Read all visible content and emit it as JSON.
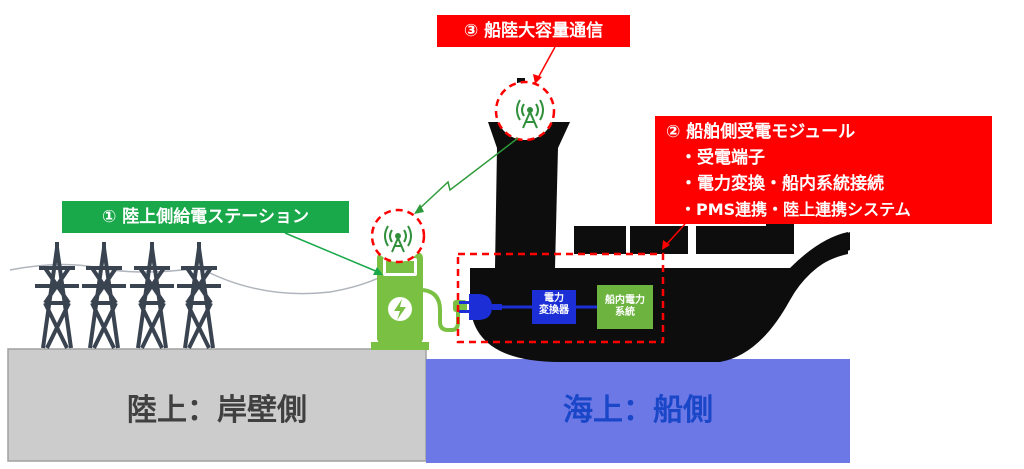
{
  "areas": {
    "land": "陸上：岸壁側",
    "sea": "海上：船側"
  },
  "callouts": {
    "station": "① 陸上側給電ステーション",
    "comm": "③ 船陸大容量通信",
    "ship_module": {
      "title": "② 船舶側受電モジュール",
      "items": [
        "・受電端子",
        "・電力変換・船内系統接続",
        "・PMS連携・陸上連携システム"
      ]
    }
  },
  "ship_parts": {
    "converter": [
      "電力",
      "変換器"
    ],
    "system": [
      "船内電力",
      "系統"
    ]
  },
  "colors": {
    "red": "#ff0000",
    "green": "#19a84a",
    "ship": "#0d0d0d",
    "sea": "#6b78e6",
    "land": "#cccccc",
    "land_text": "#404040",
    "sea_text": "#1a46c8",
    "converter_blue": "#1c2fd6",
    "system_green": "#6db33f"
  },
  "icons": [
    "transmission-tower-icon",
    "antenna-icon",
    "charging-station-icon",
    "plug-icon",
    "lightning-bolt-icon"
  ]
}
